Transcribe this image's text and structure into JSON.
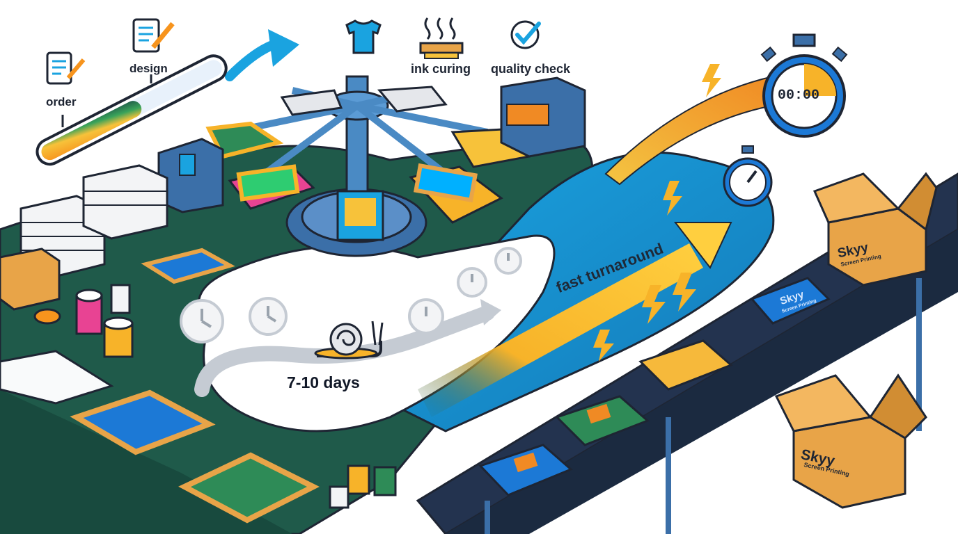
{
  "labels": {
    "order": "order",
    "design": "design",
    "ink_curing": "ink curing",
    "quality_check": "quality check",
    "slow_duration": "7-10 days",
    "fast_path": "fast turnaround",
    "stopwatch_readout": "00:00"
  },
  "branding": {
    "box_brand": "Skyy",
    "box_tagline": "Screen Printing",
    "shirt_brand": "Skyy",
    "shirt_tagline": "Screen Printing"
  },
  "icons": {
    "order": "clipboard-pencil-icon",
    "design": "document-pencil-icon",
    "tshirt": "tshirt-icon",
    "ink_curing": "heat-squeegee-icon",
    "quality_check": "check-circle-icon",
    "stopwatch_large": "stopwatch-icon",
    "stopwatch_small": "stopwatch-icon",
    "snail": "snail-icon",
    "lightning": "lightning-icon"
  },
  "progress": {
    "fill_fraction": 0.55
  },
  "colors": {
    "floor_green": "#1f5a4a",
    "floor_dark": "#184a3e",
    "road_blue": "#1aa3e0",
    "fast_arrow": "#f7b329",
    "speed_orange": "#f08a24",
    "outline": "#1e2533",
    "conveyor": "#23334f",
    "box": "#e8a448",
    "shirt_blue": "#1c79d6",
    "shirt_green": "#2e8b57",
    "shirt_yellow": "#f6b93b"
  }
}
